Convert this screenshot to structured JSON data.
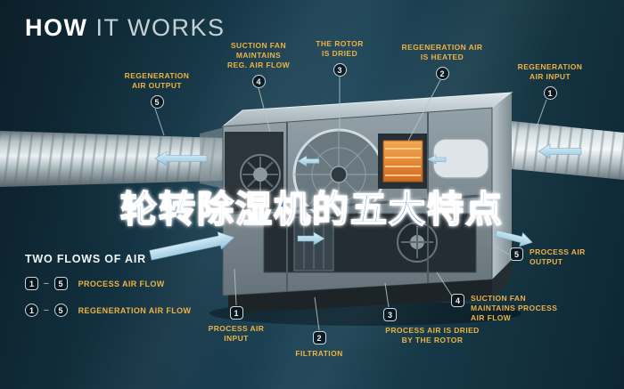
{
  "title": {
    "word1": "HOW",
    "word2": "IT WORKS"
  },
  "overlay_text": "轮转除湿机的五大特点",
  "legend": {
    "title": "TWO FLOWS OF AIR",
    "dash": "–",
    "rows": [
      {
        "start": "1",
        "end": "5",
        "label": "PROCESS AIR FLOW"
      },
      {
        "start": "1",
        "end": "5",
        "label": "REGENERATION AIR FLOW"
      }
    ]
  },
  "callouts": {
    "reg_output": {
      "num": "5",
      "label": "REGENERATION\nAIR OUTPUT"
    },
    "suction_reg": {
      "num": "4",
      "label": "SUCTION FAN\nMAINTAINS\nREG. AIR FLOW"
    },
    "rotor_dried": {
      "num": "3",
      "label": "THE ROTOR\nIS DRIED"
    },
    "reg_heated": {
      "num": "2",
      "label": "REGENERATION AIR\nIS HEATED"
    },
    "reg_input": {
      "num": "1",
      "label": "REGENERATION\nAIR INPUT"
    },
    "process_output": {
      "num": "5",
      "label": "PROCESS AIR\nOUTPUT"
    },
    "suction_process": {
      "num": "4",
      "label": "SUCTION FAN\nMAINTAINS PROCESS\nAIR FLOW"
    },
    "process_dried": {
      "num": "3",
      "label": "PROCESS AIR IS DRIED\nBY THE ROTOR"
    },
    "filtration": {
      "num": "2",
      "label": "FILTRATION"
    },
    "process_input": {
      "num": "1",
      "label": "PROCESS AIR\nINPUT"
    }
  },
  "colors": {
    "accent_yellow": "#ECB246",
    "overlay_blue": "#1B6FD3",
    "arrow_blue": "#9CCBE0",
    "background_teal": "#15364A",
    "metal_gray": "#C9D4D8"
  }
}
